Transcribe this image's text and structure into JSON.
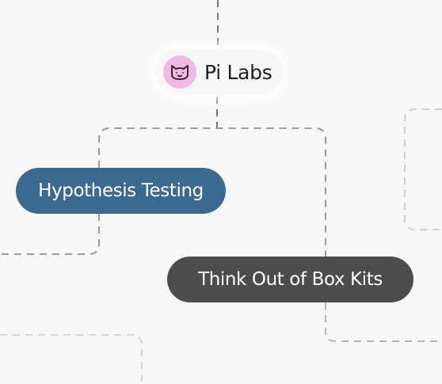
{
  "brand": {
    "name": "Pi Labs",
    "logo_icon": "cat-icon",
    "logo_color": "#f2b7e4"
  },
  "nodes": [
    {
      "label": "Hypothesis Testing",
      "color": "#3b6a8f"
    },
    {
      "label": "Think Out of Box Kits",
      "color": "#4c4c4c"
    }
  ],
  "connector_color": "#9a9a9a"
}
